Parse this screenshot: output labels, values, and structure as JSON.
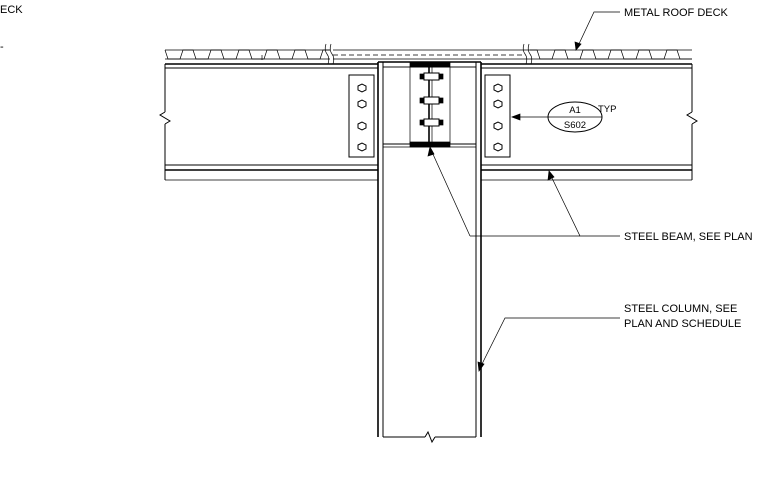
{
  "cropped_text": {
    "line1": "ECK",
    "line2": "-"
  },
  "callouts": {
    "metal_roof_deck": "METAL ROOF DECK",
    "steel_beam": "STEEL BEAM, SEE PLAN",
    "steel_column_line1": "STEEL COLUMN, SEE",
    "steel_column_line2": "PLAN AND SCHEDULE"
  },
  "detail_tag": {
    "detail": "A1",
    "sheet": "S602",
    "typ": "TYP"
  }
}
